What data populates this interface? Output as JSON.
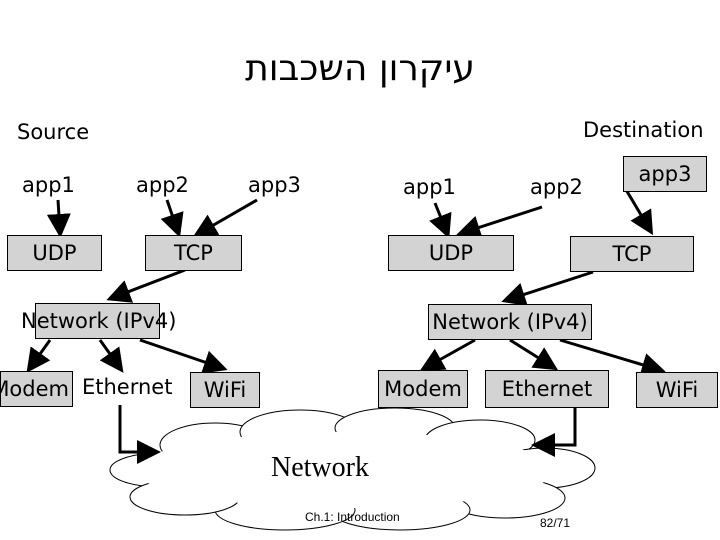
{
  "title": "עיקרון השכבות",
  "source": {
    "label": "Source",
    "apps": [
      "app1",
      "app2",
      "app3"
    ],
    "transport": [
      "UDP",
      "TCP"
    ],
    "network": "Network (IPv4)",
    "links": [
      "Modem",
      "Ethernet",
      "WiFi"
    ]
  },
  "destination": {
    "label": "Destination",
    "apps": [
      "app1",
      "app2",
      "app3"
    ],
    "transport": [
      "UDP",
      "TCP"
    ],
    "network": "Network (IPv4)",
    "links": [
      "Modem",
      "Ethernet",
      "WiFi"
    ]
  },
  "cloud_label": "Network",
  "footer": {
    "chapter": "Ch.1: Introduction",
    "page": "82/71"
  },
  "colors": {
    "box_fill": "#d3d3d3",
    "line": "#000000"
  }
}
